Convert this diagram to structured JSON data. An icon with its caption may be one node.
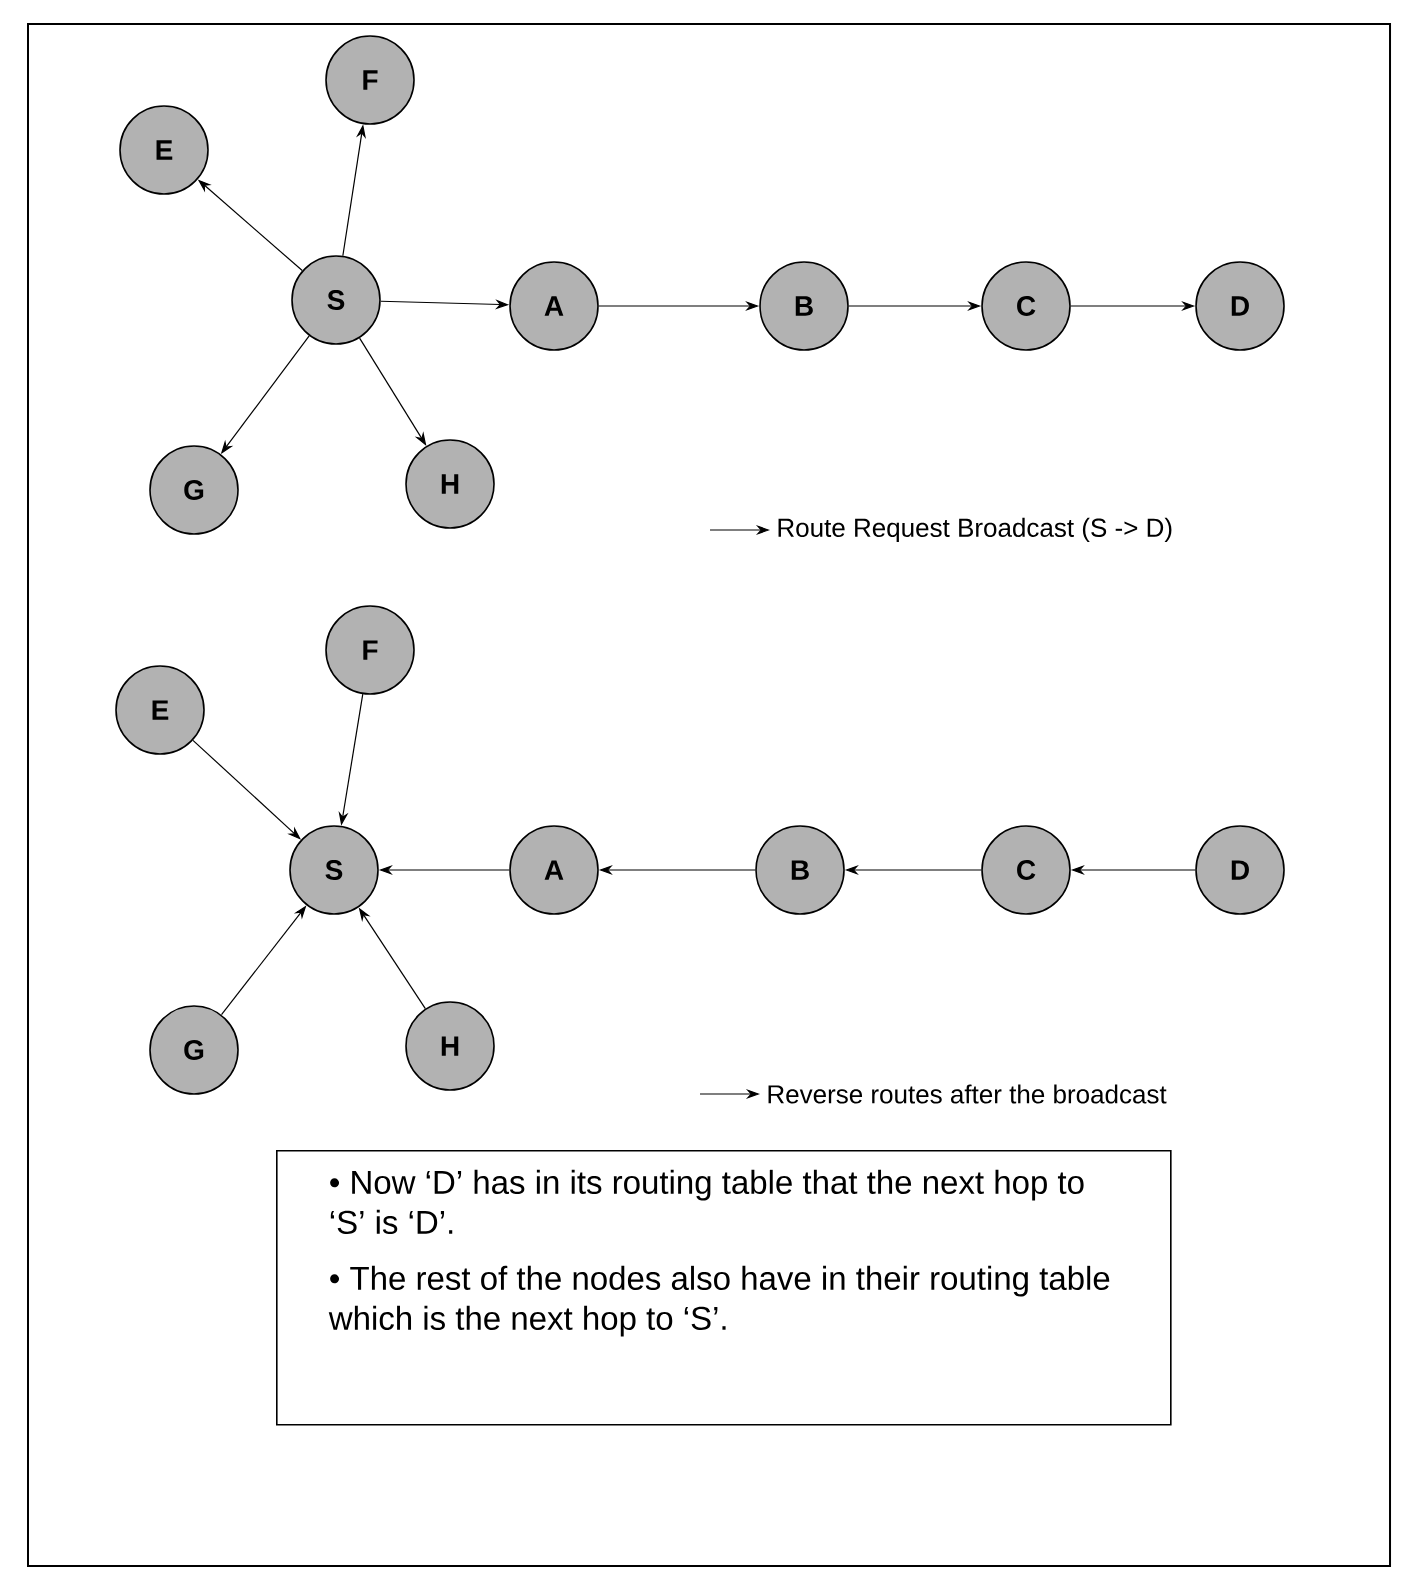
{
  "diagram": {
    "nodes": [
      {
        "text": [
          "E"
        ]
      },
      {
        "text": [
          "F"
        ]
      },
      {
        "text": [
          "S"
        ]
      },
      {
        "text": [
          "A"
        ]
      },
      {
        "text": [
          "B"
        ]
      },
      {
        "text": [
          "C"
        ]
      },
      {
        "text": [
          "D"
        ]
      },
      {
        "text": [
          "G"
        ]
      },
      {
        "text": [
          "H"
        ]
      },
      {
        "text": [
          "E"
        ]
      },
      {
        "text": [
          "F"
        ]
      },
      {
        "text": [
          "S"
        ]
      },
      {
        "text": [
          "A"
        ]
      },
      {
        "text": [
          "B"
        ]
      },
      {
        "text": [
          "C"
        ]
      },
      {
        "text": [
          "D"
        ]
      },
      {
        "text": [
          "G"
        ]
      },
      {
        "text": [
          "H"
        ]
      },
      {
        "text": [
          "• Now ‘D’ has in its routing table that the next hop to ‘S’ is ‘D’.",
          "• The rest of the nodes also have in their routing table which is the next hop to ‘S’."
        ]
      }
    ],
    "edges": [
      {
        "from": 2,
        "to": 0,
        "arrow": "to"
      },
      {
        "from": 2,
        "to": 1,
        "arrow": "to"
      },
      {
        "from": 2,
        "to": 3,
        "arrow": "to"
      },
      {
        "from": 3,
        "to": 4,
        "arrow": "to"
      },
      {
        "from": 4,
        "to": 5,
        "arrow": "to"
      },
      {
        "from": 5,
        "to": 6,
        "arrow": "to"
      },
      {
        "from": 2,
        "to": 7,
        "arrow": "to"
      },
      {
        "from": 2,
        "to": 8,
        "arrow": "to"
      },
      {
        "from": 9,
        "to": 11,
        "arrow": "to"
      },
      {
        "from": 10,
        "to": 11,
        "arrow": "to"
      },
      {
        "from": 12,
        "to": 11,
        "arrow": "to"
      },
      {
        "from": 13,
        "to": 12,
        "arrow": "to"
      },
      {
        "from": 14,
        "to": 13,
        "arrow": "to"
      },
      {
        "from": 15,
        "to": 14,
        "arrow": "to"
      },
      {
        "from": 16,
        "to": 11,
        "arrow": "to"
      },
      {
        "from": 17,
        "to": 11,
        "arrow": "to"
      }
    ],
    "legend": [
      {
        "text": "Route Request Broadcast (S -> D)"
      },
      {
        "text": "Reverse routes after the broadcast"
      }
    ]
  }
}
